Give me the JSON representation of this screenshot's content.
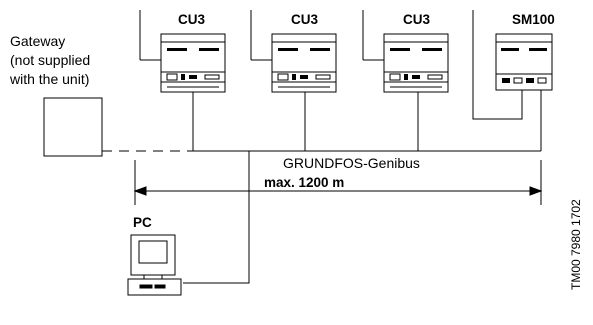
{
  "gateway_label": {
    "line1": "Gateway",
    "line2": "(not supplied",
    "line3": "with the unit)"
  },
  "units": [
    {
      "label": "CU3"
    },
    {
      "label": "CU3"
    },
    {
      "label": "CU3"
    },
    {
      "label": "SM100"
    }
  ],
  "bus_label": "GRUNDFOS-Genibus",
  "distance_label": "max. 1200 m",
  "pc_label": "PC",
  "figure_code": "TM00 7980 1702"
}
